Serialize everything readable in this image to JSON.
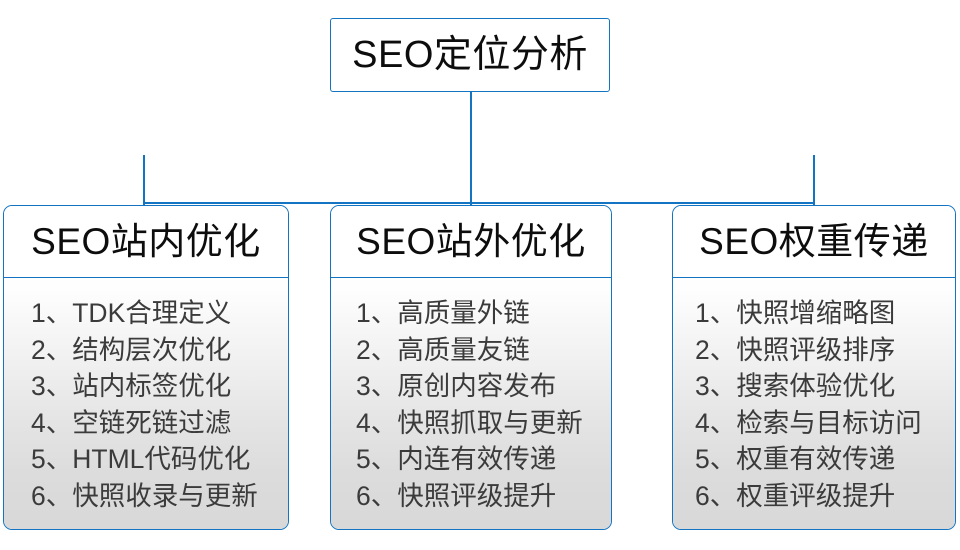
{
  "theme": {
    "border_color": "#1274c2",
    "connector_color": "#1274c2",
    "header_text_color": "#0d0d0d",
    "body_text_color": "#3b3b3b",
    "page_background": "#ffffff",
    "body_gradient_top": "#ffffff",
    "body_gradient_bottom": "#d8d8d8"
  },
  "diagram": {
    "type": "org-chart",
    "root": {
      "title": "SEO定位分析"
    },
    "branches": [
      {
        "title": "SEO站内优化",
        "items": [
          {
            "index": "1、",
            "text": "TDK合理定义"
          },
          {
            "index": "2、",
            "text": "结构层次优化"
          },
          {
            "index": "3、",
            "text": "站内标签优化"
          },
          {
            "index": "4、",
            "text": "空链死链过滤"
          },
          {
            "index": "5、",
            "text": "HTML代码优化"
          },
          {
            "index": "6、",
            "text": "快照收录与更新"
          }
        ]
      },
      {
        "title": "SEO站外优化",
        "items": [
          {
            "index": "1、",
            "text": "高质量外链"
          },
          {
            "index": "2、",
            "text": "高质量友链"
          },
          {
            "index": "3、",
            "text": "原创内容发布"
          },
          {
            "index": "4、",
            "text": "快照抓取与更新"
          },
          {
            "index": "5、",
            "text": "内连有效传递"
          },
          {
            "index": "6、",
            "text": "快照评级提升"
          }
        ]
      },
      {
        "title": "SEO权重传递",
        "items": [
          {
            "index": "1、",
            "text": "快照增缩略图"
          },
          {
            "index": "2、",
            "text": "快照评级排序"
          },
          {
            "index": "3、",
            "text": "搜索体验优化"
          },
          {
            "index": "4、",
            "text": "检索与目标访问"
          },
          {
            "index": "5、",
            "text": "权重有效传递"
          },
          {
            "index": "6、",
            "text": "权重评级提升"
          }
        ]
      }
    ]
  }
}
